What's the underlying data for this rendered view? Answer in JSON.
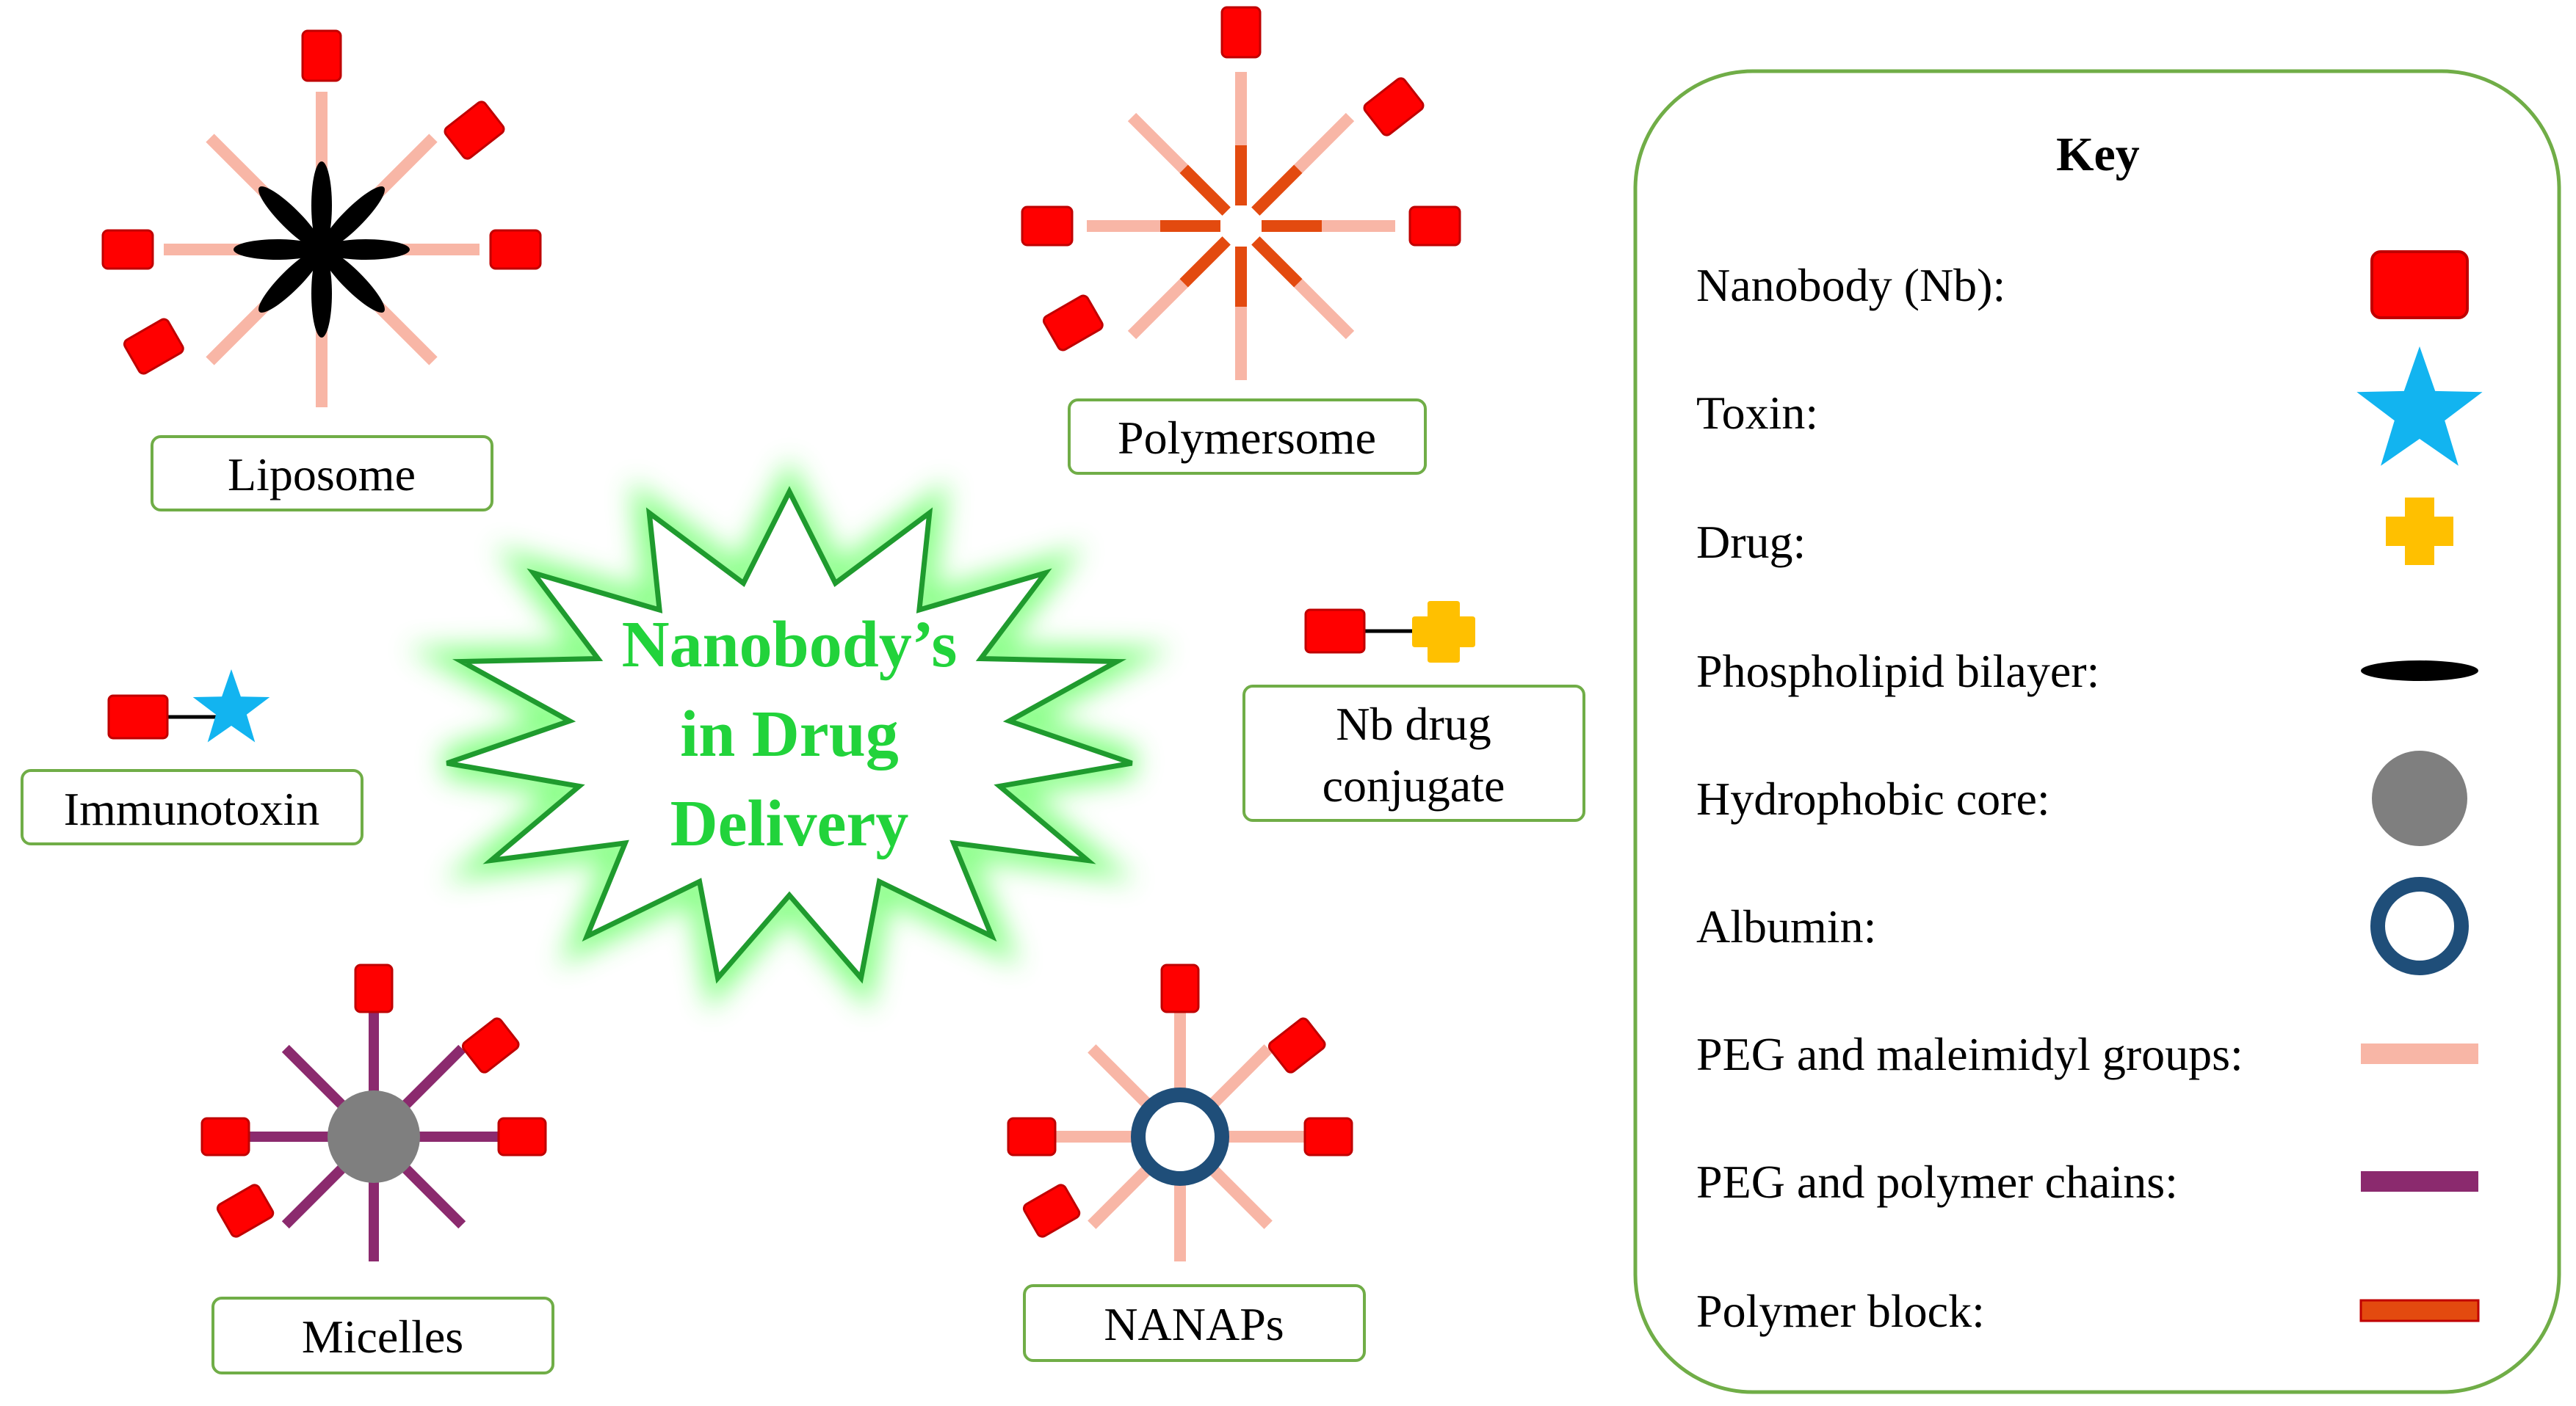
{
  "title": {
    "line1": "Nanobody’s",
    "line2": "in Drug",
    "line3": "Delivery"
  },
  "constructs": {
    "liposome": "Liposome",
    "polymersome": "Polymersome",
    "immunotoxin": "Immunotoxin",
    "nb_drug_conjugate_line1": "Nb drug",
    "nb_drug_conjugate_line2": "conjugate",
    "micelles": "Micelles",
    "nanaps": "NANAPs"
  },
  "key": {
    "title": "Key",
    "items": [
      {
        "label": "Nanobody (Nb):",
        "icon": "red-rounded-rectangle",
        "color": "#ff0000"
      },
      {
        "label": "Toxin:",
        "icon": "cyan-star",
        "color": "#12b4f0"
      },
      {
        "label": "Drug:",
        "icon": "yellow-cross",
        "color": "#ffc000"
      },
      {
        "label": "Phospholipid bilayer:",
        "icon": "black-ellipse",
        "color": "#000000"
      },
      {
        "label": "Hydrophobic core:",
        "icon": "grey-circle",
        "color": "#7f7f7f"
      },
      {
        "label": "Albumin:",
        "icon": "navy-ring",
        "color": "#1f4e79"
      },
      {
        "label": "PEG and maleimidyl groups:",
        "icon": "pink-bar",
        "color": "#f8b6a6"
      },
      {
        "label": "PEG and polymer chains:",
        "icon": "purple-bar",
        "color": "#8b2a6e"
      },
      {
        "label": "Polymer block:",
        "icon": "orange-bar",
        "color": "#e34a0f"
      }
    ]
  },
  "colors": {
    "box_border": "#70ad47",
    "title_text": "#22d33b",
    "starburst_stroke": "#1f9b2e"
  }
}
